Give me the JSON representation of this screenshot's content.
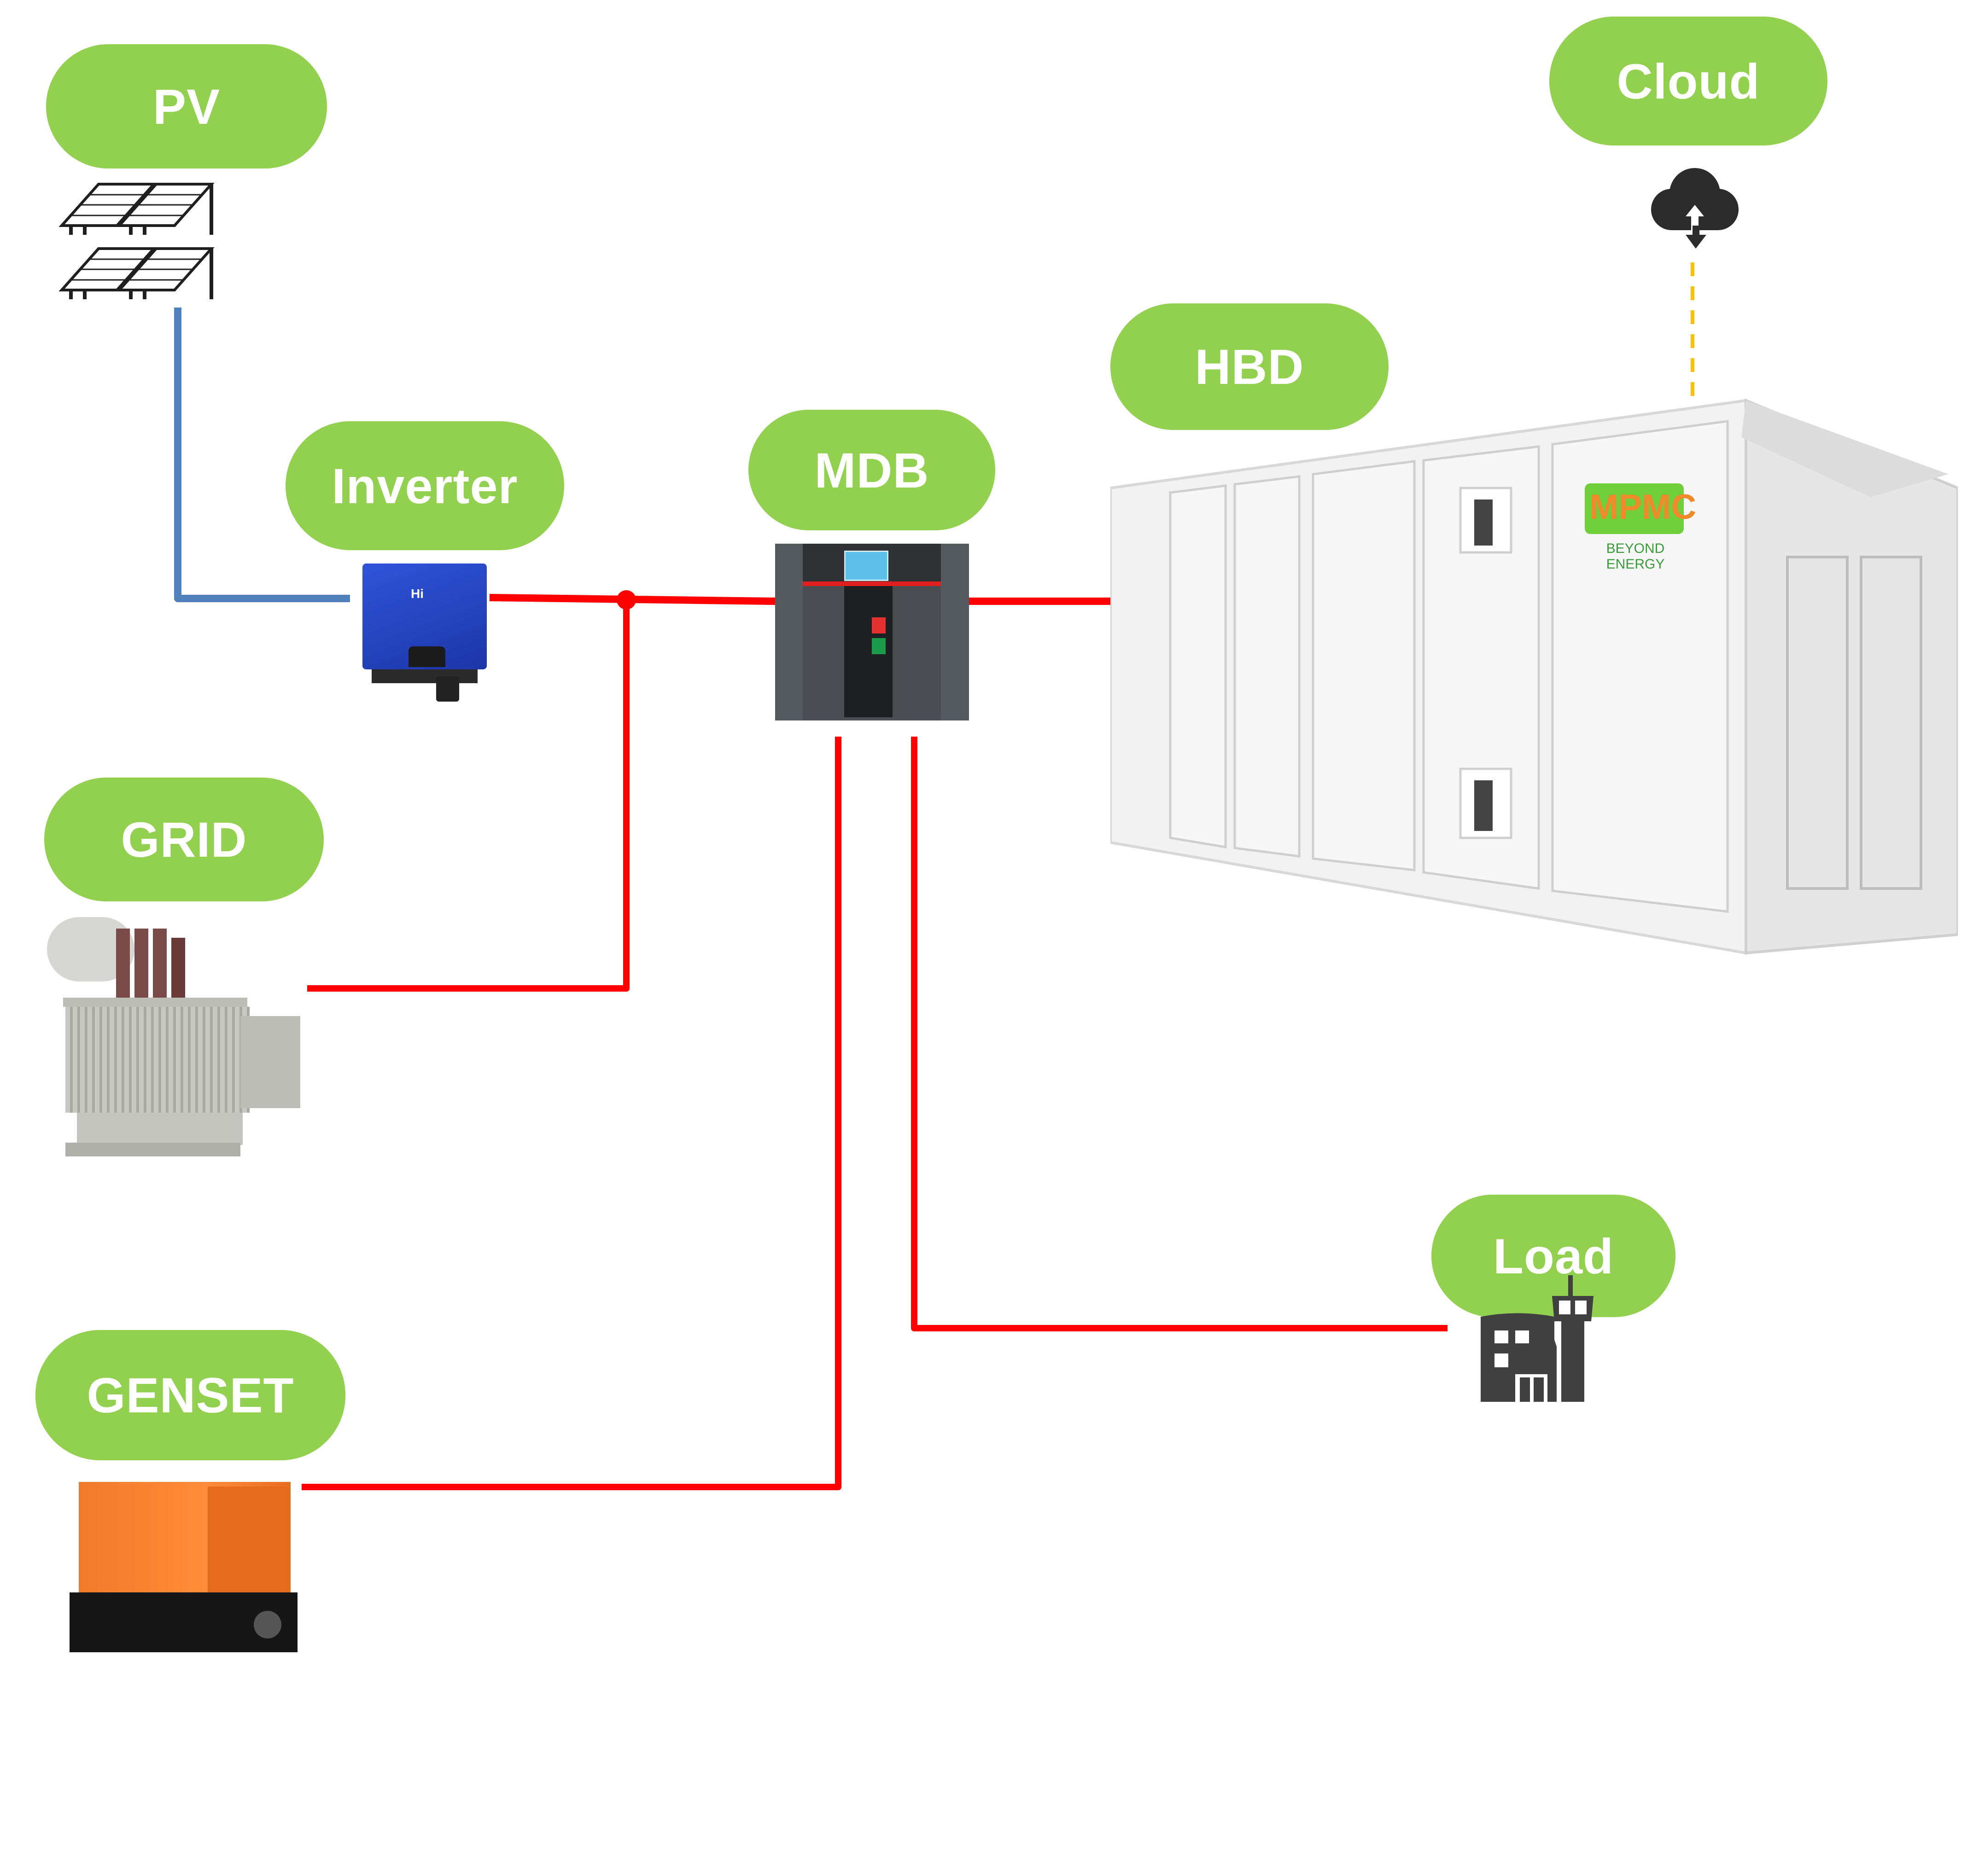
{
  "diagram": {
    "title": "Hybrid energy system single-line diagram",
    "colors": {
      "label_fill": "#92d050",
      "label_text": "#ffffff",
      "ac_line": "#ff0000",
      "dc_line": "#4f81bd",
      "comm_line": "#ffc000"
    },
    "nodes": {
      "pv": {
        "label": "PV",
        "icon": "solar-panel-array-icon"
      },
      "inverter": {
        "label": "Inverter",
        "icon": "inverter-icon",
        "brand_mark": "Hi"
      },
      "grid": {
        "label": "GRID",
        "icon": "transformer-icon"
      },
      "genset": {
        "label": "GENSET",
        "icon": "generator-icon"
      },
      "mdb": {
        "label": "MDB",
        "icon": "circuit-breaker-icon"
      },
      "hbd": {
        "label": "HBD",
        "icon": "battery-container-icon",
        "logo_text": "MPMC",
        "logo_tagline": "BEYOND ENERGY"
      },
      "cloud": {
        "label": "Cloud",
        "icon": "cloud-sync-icon"
      },
      "load": {
        "label": "Load",
        "icon": "building-icon"
      }
    },
    "connections": [
      {
        "from": "PV",
        "to": "Inverter",
        "type": "DC"
      },
      {
        "from": "Inverter",
        "to": "MDB",
        "type": "AC"
      },
      {
        "from": "GRID",
        "to": "MDB",
        "type": "AC",
        "via": "junction"
      },
      {
        "from": "GENSET",
        "to": "MDB",
        "type": "AC"
      },
      {
        "from": "MDB",
        "to": "HBD",
        "type": "AC"
      },
      {
        "from": "MDB",
        "to": "Load",
        "type": "AC"
      },
      {
        "from": "HBD",
        "to": "Cloud",
        "type": "communication"
      }
    ]
  }
}
